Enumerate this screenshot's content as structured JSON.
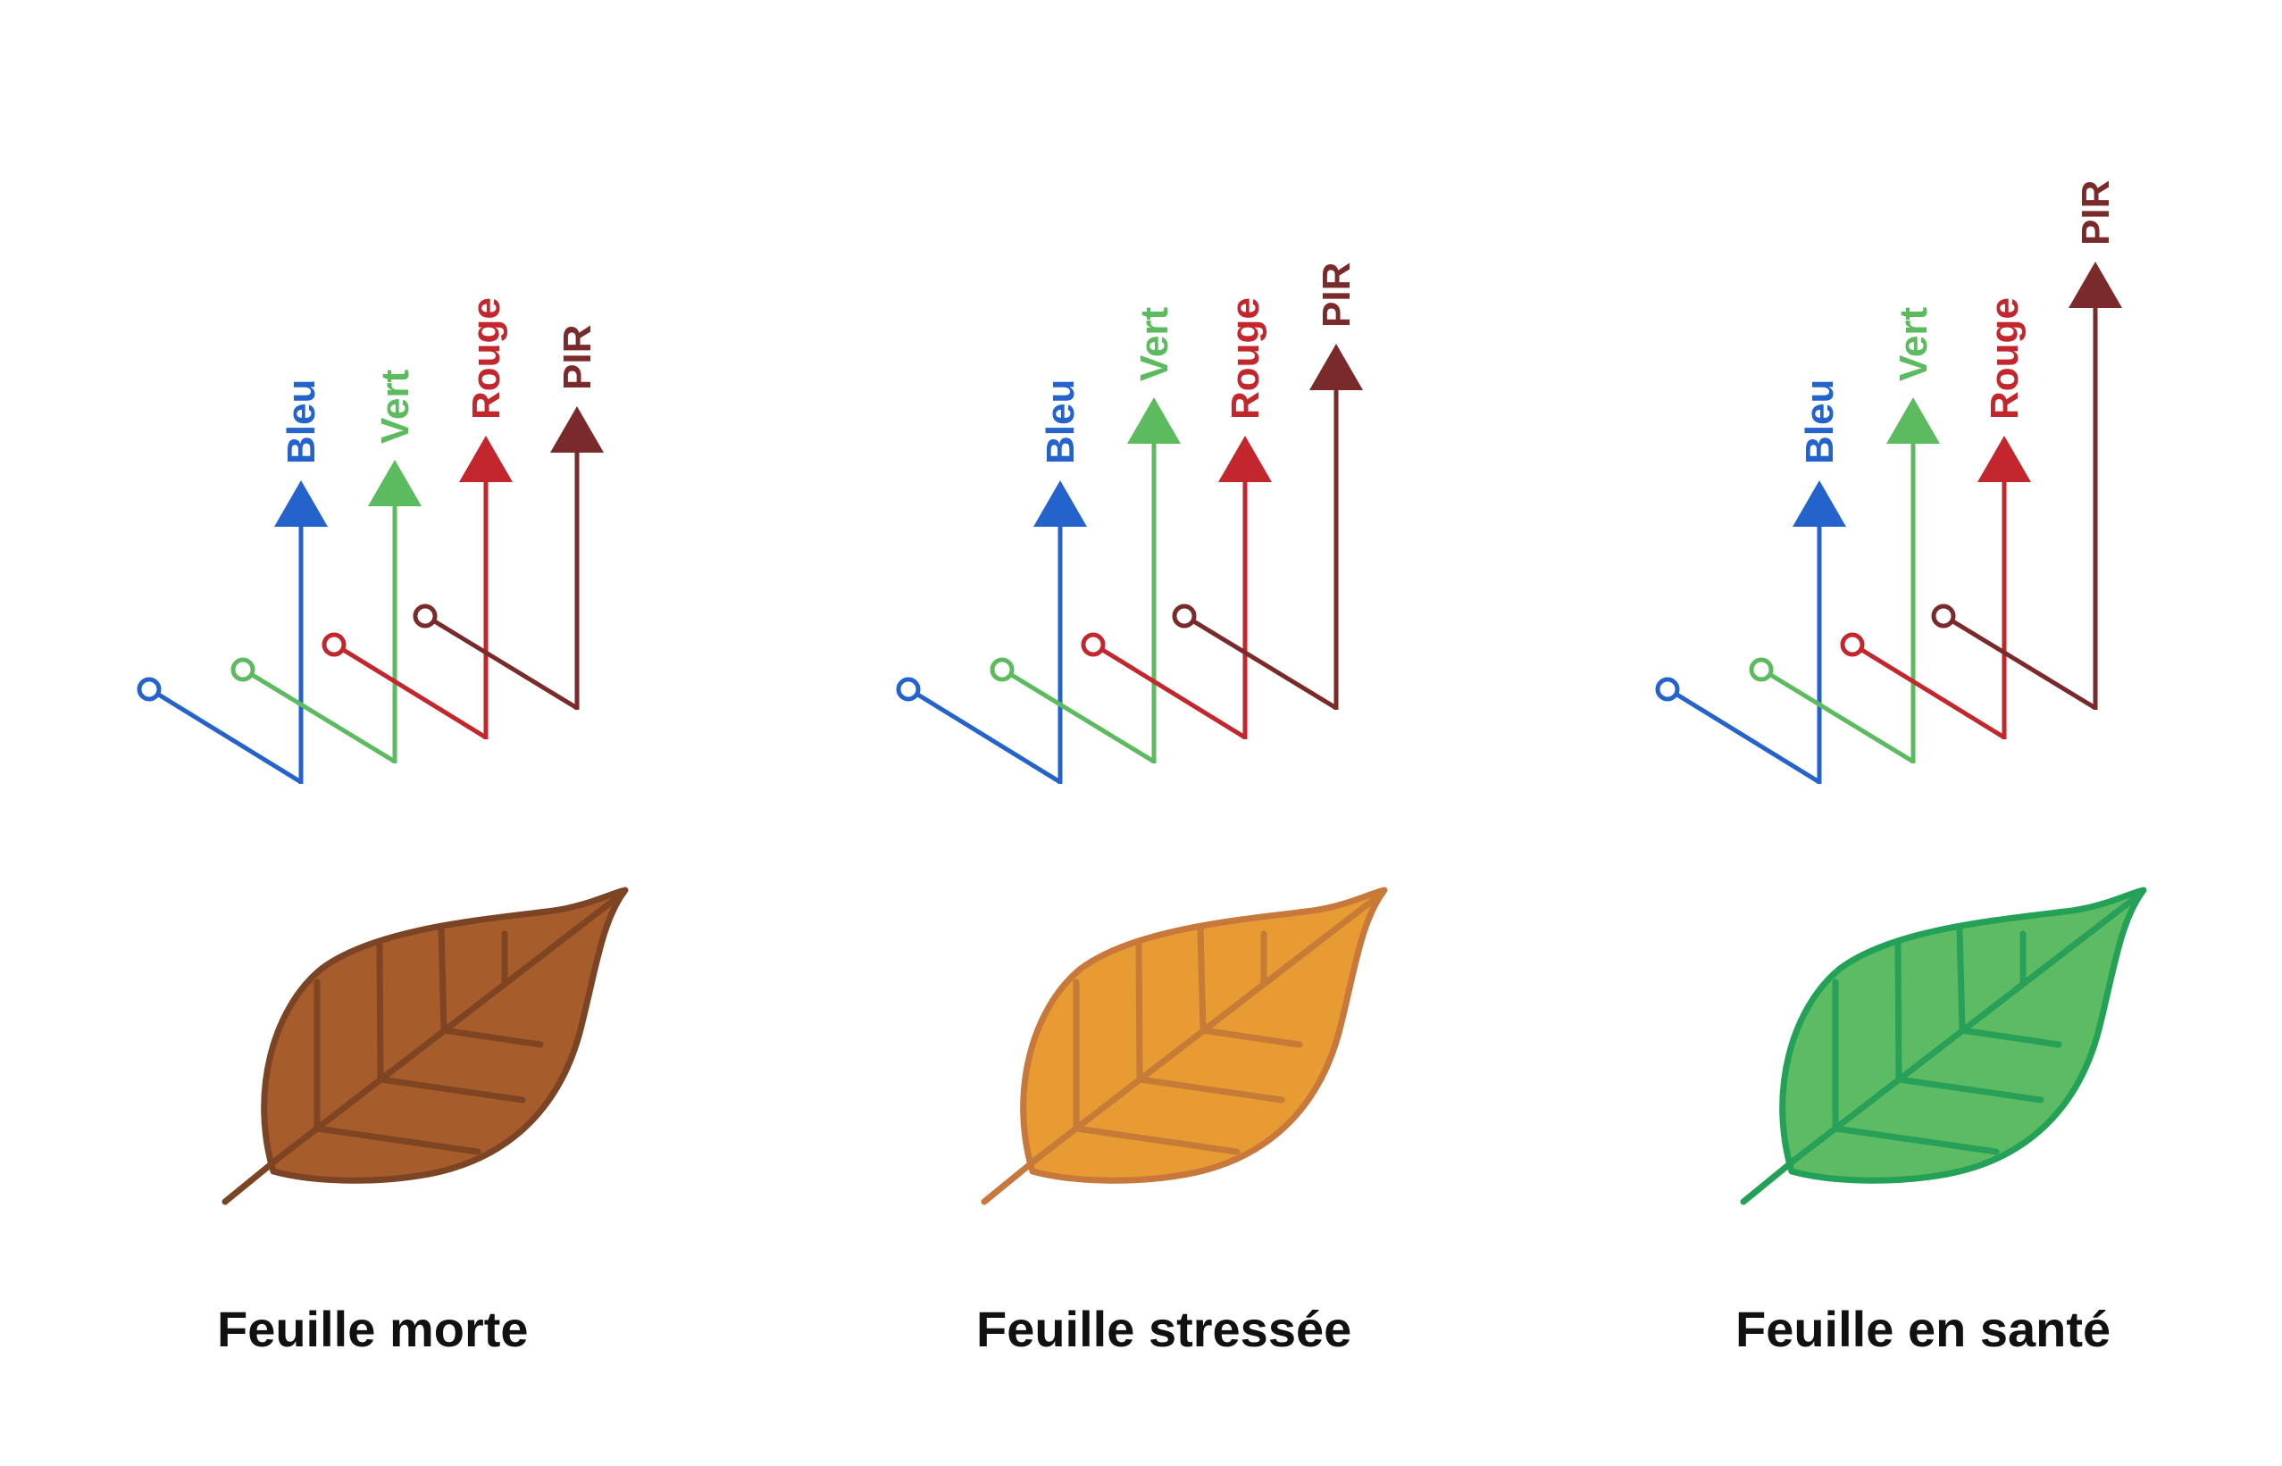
{
  "diagram": {
    "colors": {
      "Bleu": "#2463cc",
      "Vert": "#5cbb5f",
      "Rouge": "#c4262d",
      "PIR": "#7a2a2a"
    },
    "panels": [
      {
        "caption": "Feuille morte",
        "leaf": {
          "fill": "#a65d2b",
          "stroke": "#7b4525",
          "vein": "#7f4421",
          "icon": "dead-leaf-icon"
        },
        "bands": [
          {
            "label": "Bleu",
            "reflectance": 1
          },
          {
            "label": "Vert",
            "reflectance": 1
          },
          {
            "label": "Rouge",
            "reflectance": 1
          },
          {
            "label": "PIR",
            "reflectance": 1
          }
        ]
      },
      {
        "caption": "Feuille stressée",
        "leaf": {
          "fill": "#e89a33",
          "stroke": "#c8783a",
          "vein": "#c67b36",
          "icon": "stressed-leaf-icon"
        },
        "bands": [
          {
            "label": "Bleu",
            "reflectance": 1
          },
          {
            "label": "Vert",
            "reflectance": 2
          },
          {
            "label": "Rouge",
            "reflectance": 1
          },
          {
            "label": "PIR",
            "reflectance": 2
          }
        ]
      },
      {
        "caption": "Feuille en santé",
        "leaf": {
          "fill": "#5dbb63",
          "stroke": "#22a157",
          "vein": "#28a059",
          "icon": "healthy-leaf-icon"
        },
        "bands": [
          {
            "label": "Bleu",
            "reflectance": 1
          },
          {
            "label": "Vert",
            "reflectance": 2
          },
          {
            "label": "Rouge",
            "reflectance": 1
          },
          {
            "label": "PIR",
            "reflectance": 3
          }
        ]
      }
    ]
  }
}
